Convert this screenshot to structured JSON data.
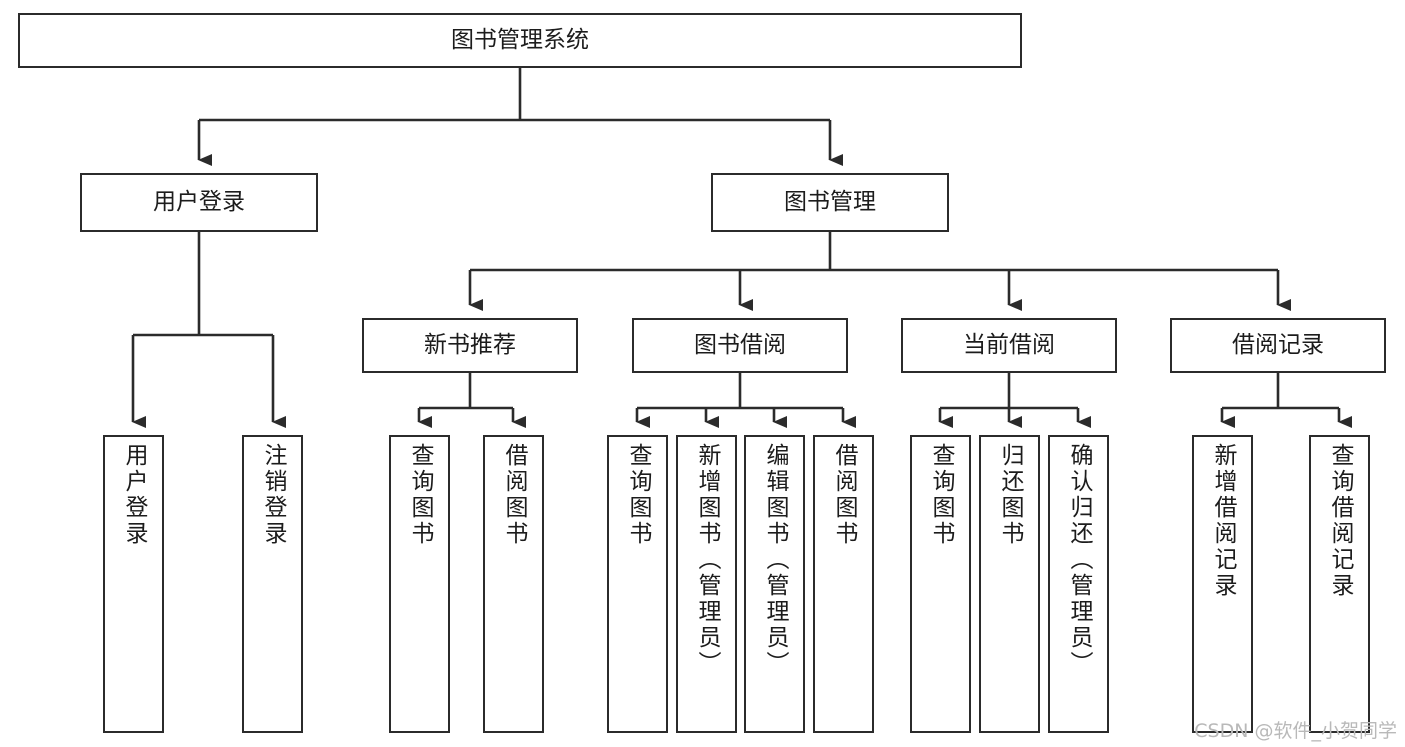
{
  "diagram": {
    "title": "图书管理系统",
    "type": "tree-hierarchy-diagram",
    "colors": {
      "box_border": "#2b2b2b",
      "box_fill": "#ffffff",
      "connector": "#2b2b2b",
      "text": "#1c1c1c",
      "watermark": "#b9b9b9",
      "background": "#ffffff"
    },
    "root": {
      "label": "图书管理系统"
    },
    "level2": [
      {
        "label": "用户登录"
      },
      {
        "label": "图书管理"
      }
    ],
    "level3": [
      {
        "label": "新书推荐"
      },
      {
        "label": "图书借阅"
      },
      {
        "label": "当前借阅"
      },
      {
        "label": "借阅记录"
      }
    ],
    "leaves": {
      "user_login": [
        {
          "label": "用户登录"
        },
        {
          "label": "注销登录"
        }
      ],
      "new_book_recommend": [
        {
          "label": "查询图书"
        },
        {
          "label": "借阅图书"
        }
      ],
      "book_borrow": [
        {
          "label": "查询图书"
        },
        {
          "label": "新增图书（管理员）"
        },
        {
          "label": "编辑图书（管理员）"
        },
        {
          "label": "借阅图书"
        }
      ],
      "current_borrow": [
        {
          "label": "查询图书"
        },
        {
          "label": "归还图书"
        },
        {
          "label": "确认归还（管理员）"
        }
      ],
      "borrow_record": [
        {
          "label": "新增借阅记录"
        },
        {
          "label": "查询借阅记录"
        }
      ]
    },
    "watermark": "CSDN @软件_小贺同学"
  }
}
